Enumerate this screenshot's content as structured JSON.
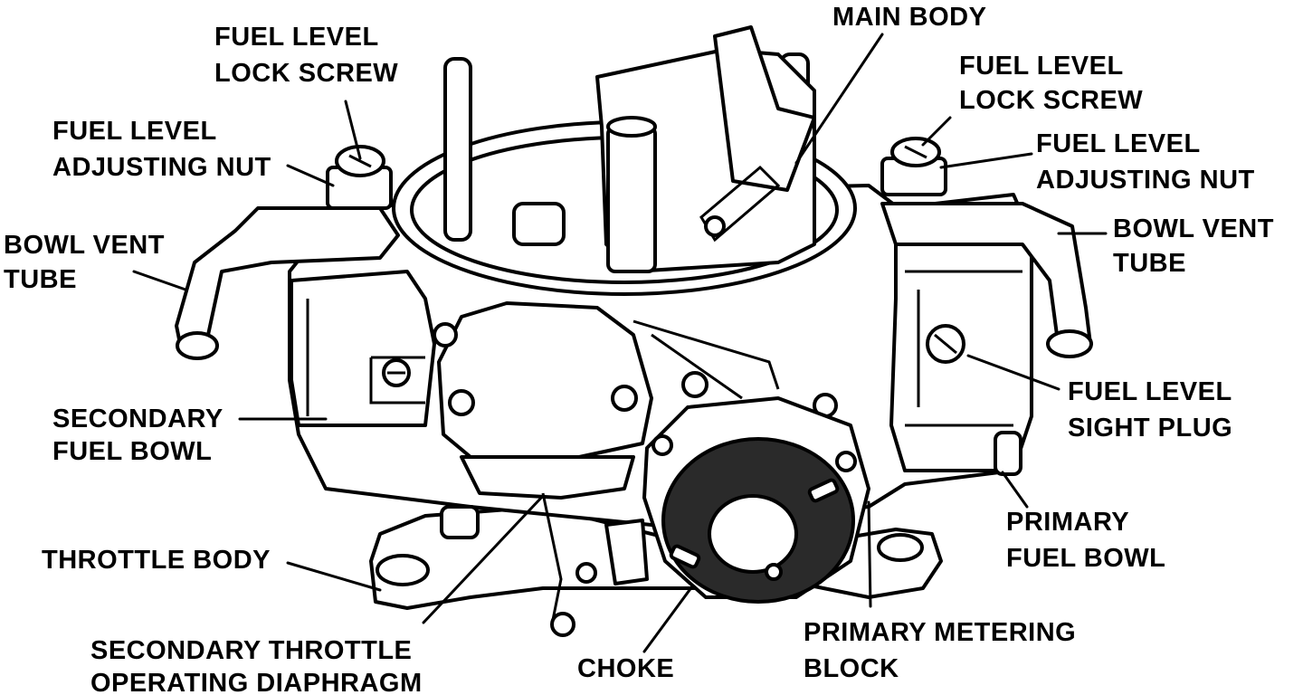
{
  "diagram": {
    "labels": {
      "main_body": [
        "MAIN BODY"
      ],
      "fuel_level_lock_screw_left": [
        "FUEL LEVEL",
        "LOCK SCREW"
      ],
      "fuel_level_adjusting_nut_left": [
        "FUEL LEVEL",
        "ADJUSTING NUT"
      ],
      "bowl_vent_tube_left": [
        "BOWL VENT",
        "TUBE"
      ],
      "secondary_fuel_bowl": [
        "SECONDARY",
        "FUEL BOWL"
      ],
      "throttle_body": [
        "THROTTLE BODY"
      ],
      "secondary_throttle_operating_diaphragm": [
        "SECONDARY THROTTLE",
        "OPERATING DIAPHRAGM"
      ],
      "choke": [
        "CHOKE"
      ],
      "primary_metering_block": [
        "PRIMARY METERING",
        "BLOCK"
      ],
      "primary_fuel_bowl": [
        "PRIMARY",
        "FUEL BOWL"
      ],
      "fuel_level_sight_plug": [
        "FUEL LEVEL",
        "SIGHT PLUG"
      ],
      "bowl_vent_tube_right": [
        "BOWL VENT",
        "TUBE"
      ],
      "fuel_level_adjusting_nut_right": [
        "FUEL LEVEL",
        "ADJUSTING NUT"
      ],
      "fuel_level_lock_screw_right": [
        "FUEL LEVEL",
        "LOCK SCREW"
      ]
    }
  }
}
